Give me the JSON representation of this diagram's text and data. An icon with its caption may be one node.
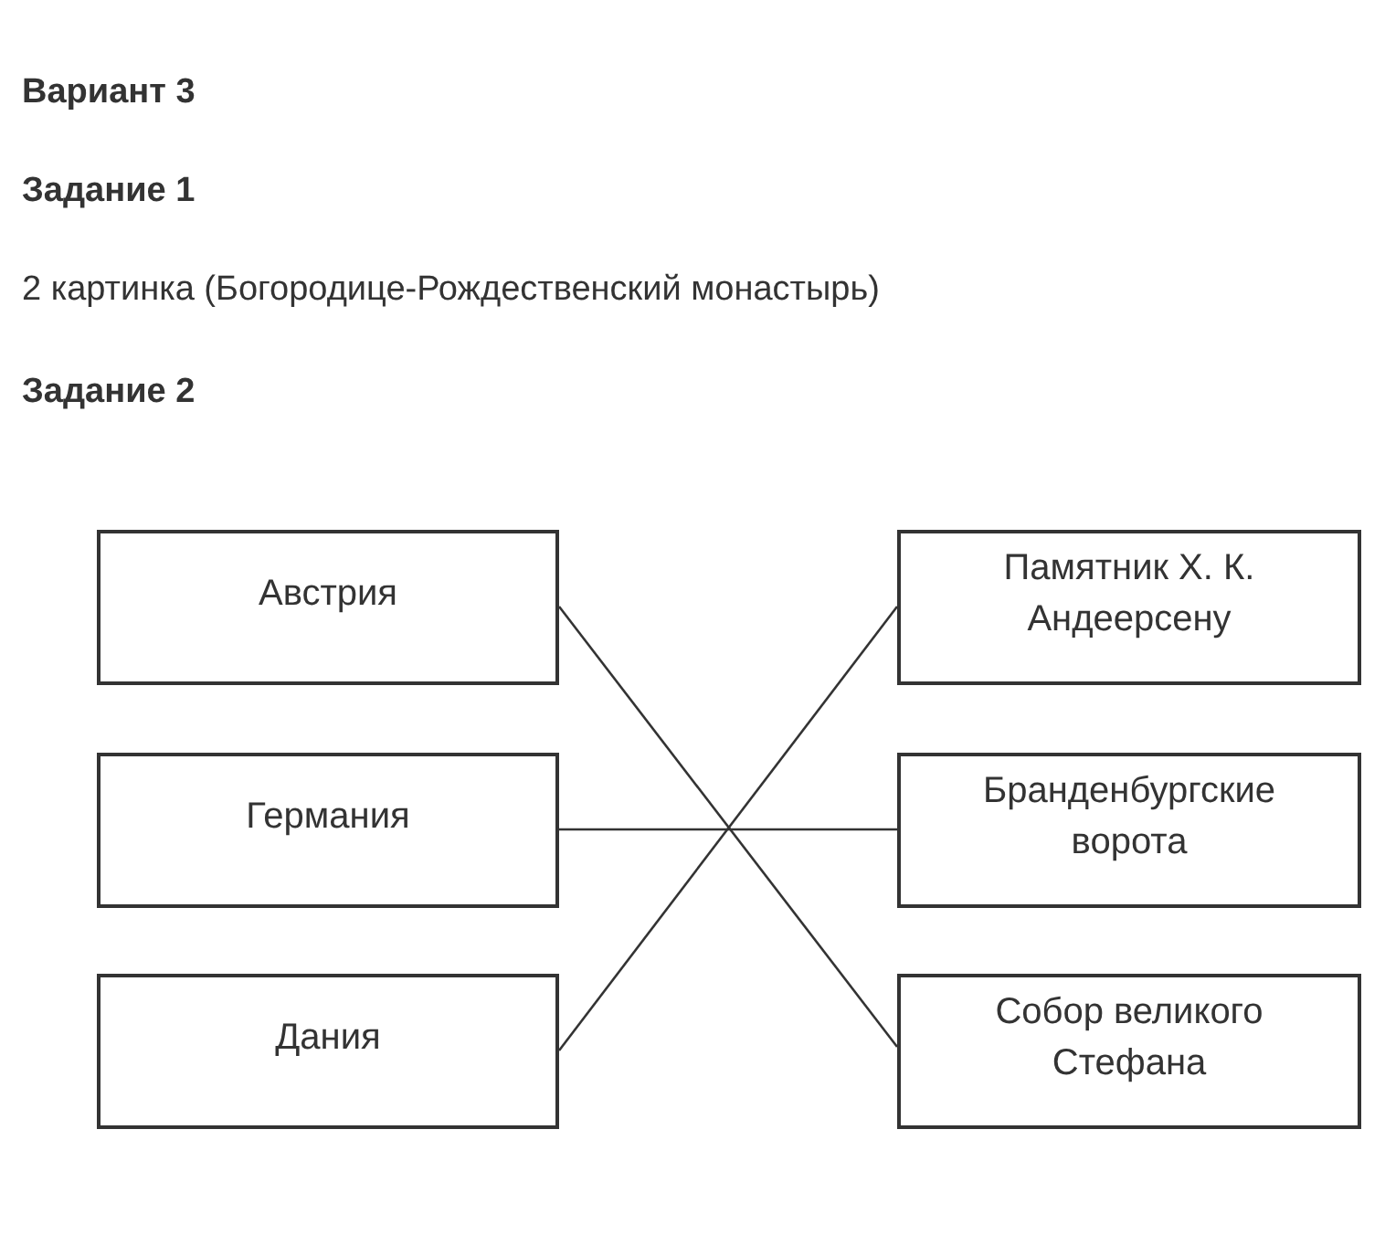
{
  "diagram": {
    "title": "Вариант 3",
    "nodes": [
      {
        "text": [
          "Австрия"
        ]
      },
      {
        "text": [
          "Германия"
        ]
      },
      {
        "text": [
          "Дания"
        ]
      },
      {
        "text": [
          "Памятник Х. К. Андеерсену"
        ]
      },
      {
        "text": [
          "Бранденбургские ворота"
        ]
      },
      {
        "text": [
          "Собор великого Стефана"
        ]
      }
    ],
    "edges": [
      {
        "from": 0,
        "to": 5,
        "arrow": "none"
      },
      {
        "from": 1,
        "to": 4,
        "arrow": "none"
      },
      {
        "from": 2,
        "to": 3,
        "arrow": "none"
      }
    ],
    "labels": [
      "Задание 1",
      "2 картинка (Богородице-Рождественский монастырь)",
      "Задание 2"
    ]
  }
}
